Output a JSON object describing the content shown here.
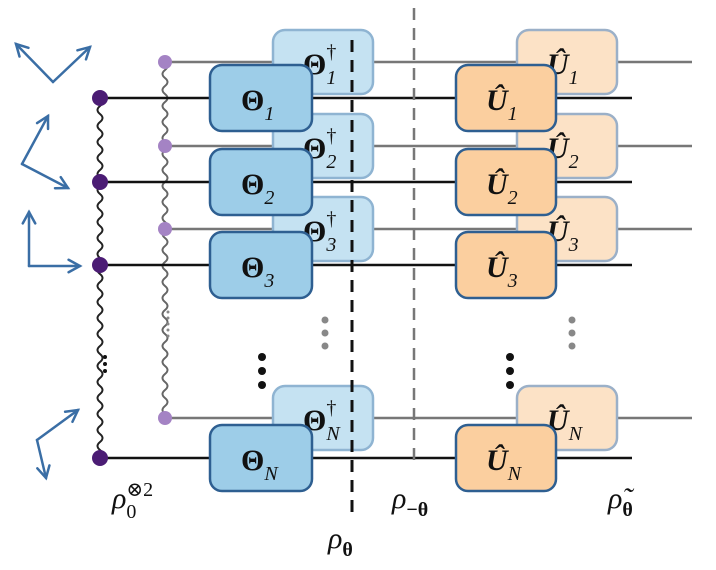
{
  "colors": {
    "theta_box": "#9dcde8",
    "theta_dagger_box": "#c5e2f2",
    "u_box": "#fbcf9f",
    "u_light_box": "#fce2c6",
    "box_border": "#2e5f91",
    "arrow": "#3a6ea5",
    "dot_dark": "#4b1c74",
    "dot_light": "#a483c4"
  },
  "rows": [
    {
      "theta": "Θ",
      "theta_sub": "1",
      "theta_dagger": "Θ",
      "theta_dagger_sub": "1",
      "dagger": "†",
      "u": "Û",
      "u_sub": "1"
    },
    {
      "theta": "Θ",
      "theta_sub": "2",
      "theta_dagger": "Θ",
      "theta_dagger_sub": "2",
      "dagger": "†",
      "u": "Û",
      "u_sub": "2"
    },
    {
      "theta": "Θ",
      "theta_sub": "3",
      "theta_dagger": "Θ",
      "theta_dagger_sub": "3",
      "dagger": "†",
      "u": "Û",
      "u_sub": "3"
    },
    {
      "theta": "Θ",
      "theta_sub": "N",
      "theta_dagger": "Θ",
      "theta_dagger_sub": "N",
      "dagger": "†",
      "u": "Û",
      "u_sub": "N"
    }
  ],
  "labels": {
    "rho0": "ρ",
    "rho0_sub": "0",
    "rho0_sup": "⊗2",
    "rho_theta": "ρ",
    "rho_theta_sub": "θ⃗",
    "rho_minus_theta": "ρ",
    "rho_minus_theta_sub": "−θ⃗",
    "rho_tilde_theta": "ρ̃",
    "rho_tilde_theta_sub": "θ⃗"
  },
  "ellipsis": "⋮"
}
